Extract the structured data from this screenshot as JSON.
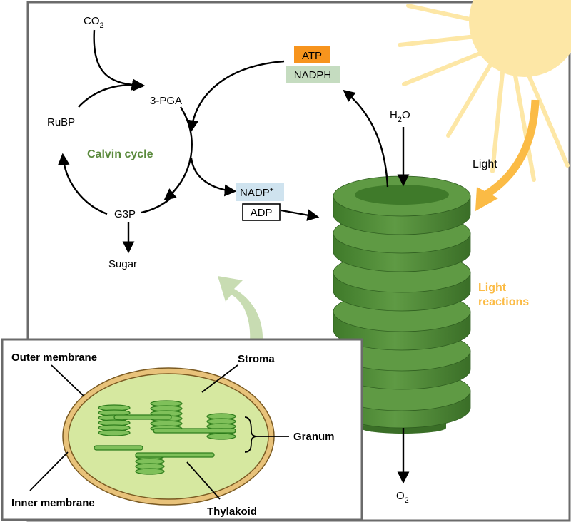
{
  "calvin": {
    "co2_main": "CO",
    "co2_sub": "2",
    "pga": "3-PGA",
    "rubp": "RuBP",
    "cycle_label": "Calvin cycle",
    "g3p": "G3P",
    "sugar": "Sugar"
  },
  "carriers": {
    "atp": "ATP",
    "nadph": "NADPH",
    "nadp_main": "NADP",
    "nadp_sup": "+",
    "adp": "ADP"
  },
  "light": {
    "h2o_h": "H",
    "h2o_sub": "2",
    "h2o_o": "O",
    "light_label": "Light",
    "reactions_line1": "Light",
    "reactions_line2": "reactions",
    "o2_main": "O",
    "o2_sub": "2"
  },
  "chloroplast": {
    "outer_membrane": "Outer membrane",
    "inner_membrane": "Inner membrane",
    "stroma": "Stroma",
    "granum": "Granum",
    "thylakoid": "Thylakoid"
  },
  "colors": {
    "calvin_green": "#5a8a3c",
    "atp_orange": "#f7941d",
    "nadph_green": "#c5dcc0",
    "nadp_blue": "#cfe3ef",
    "light_orange": "#fbbb45",
    "sun_yellow": "#fde7a6",
    "thylakoid_green": "#4e8a34",
    "stroma_green": "#d6e8a0",
    "membrane_tan": "#e8c27a"
  }
}
